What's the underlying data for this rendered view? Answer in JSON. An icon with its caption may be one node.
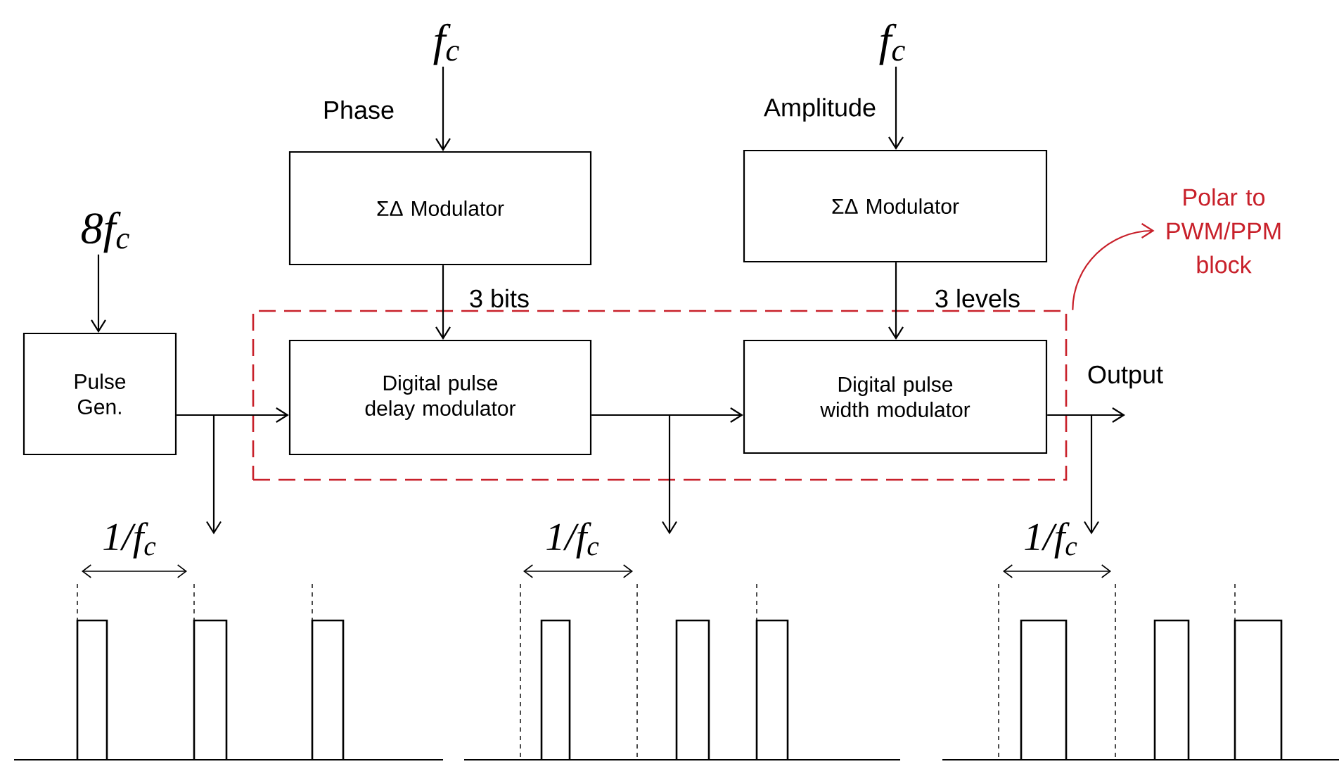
{
  "diagram": {
    "nodes": [
      {
        "text": [
          "Pulse Gen."
        ]
      },
      {
        "text": [
          "ΣΔ Modulator"
        ]
      },
      {
        "text": [
          "ΣΔ Modulator"
        ]
      },
      {
        "text": [
          "Digital pulse delay modulator"
        ],
        "in": 5
      },
      {
        "text": [
          "Digital pulse width modulator"
        ],
        "in": 5
      },
      {
        "text": [],
        "shape": "box"
      },
      {
        "text": [
          "Polar to PWM/PPM block"
        ]
      },
      {
        "text": [
          "8f$_{c}$"
        ]
      },
      {
        "text": [
          "f$_{c}$"
        ]
      },
      {
        "text": [
          "f$_{c}$"
        ]
      },
      {
        "text": [
          "1/f$_{c}$"
        ]
      },
      {
        "text": [
          "1/f$_{c}$"
        ]
      },
      {
        "text": [
          "1/f$_{c}$"
        ]
      }
    ],
    "edges": [
      {
        "from": 7,
        "to": 0,
        "arrow": "to"
      },
      {
        "from": 8,
        "to": 1,
        "arrow": "to",
        "label": "Phase"
      },
      {
        "from": 9,
        "to": 2,
        "arrow": "to",
        "label": "Amplitude"
      },
      {
        "from": 0,
        "to": 3,
        "arrow": "to"
      },
      {
        "from": 3,
        "to": 4,
        "arrow": "to"
      },
      {
        "from": 4,
        "to": null,
        "arrow": "to",
        "label": "Output"
      },
      {
        "from": 1,
        "to": 3,
        "arrow": "to",
        "label": "3 bits"
      },
      {
        "from": 2,
        "to": 4,
        "arrow": "to",
        "label": "3 levels"
      },
      {
        "from": 5,
        "to": 6,
        "arrow": "to",
        "color": "#c8202a"
      },
      {
        "from": null,
        "to": 10,
        "arrow": "to"
      },
      {
        "from": null,
        "to": 11,
        "arrow": "to"
      },
      {
        "from": null,
        "to": 12,
        "arrow": "to"
      }
    ]
  }
}
